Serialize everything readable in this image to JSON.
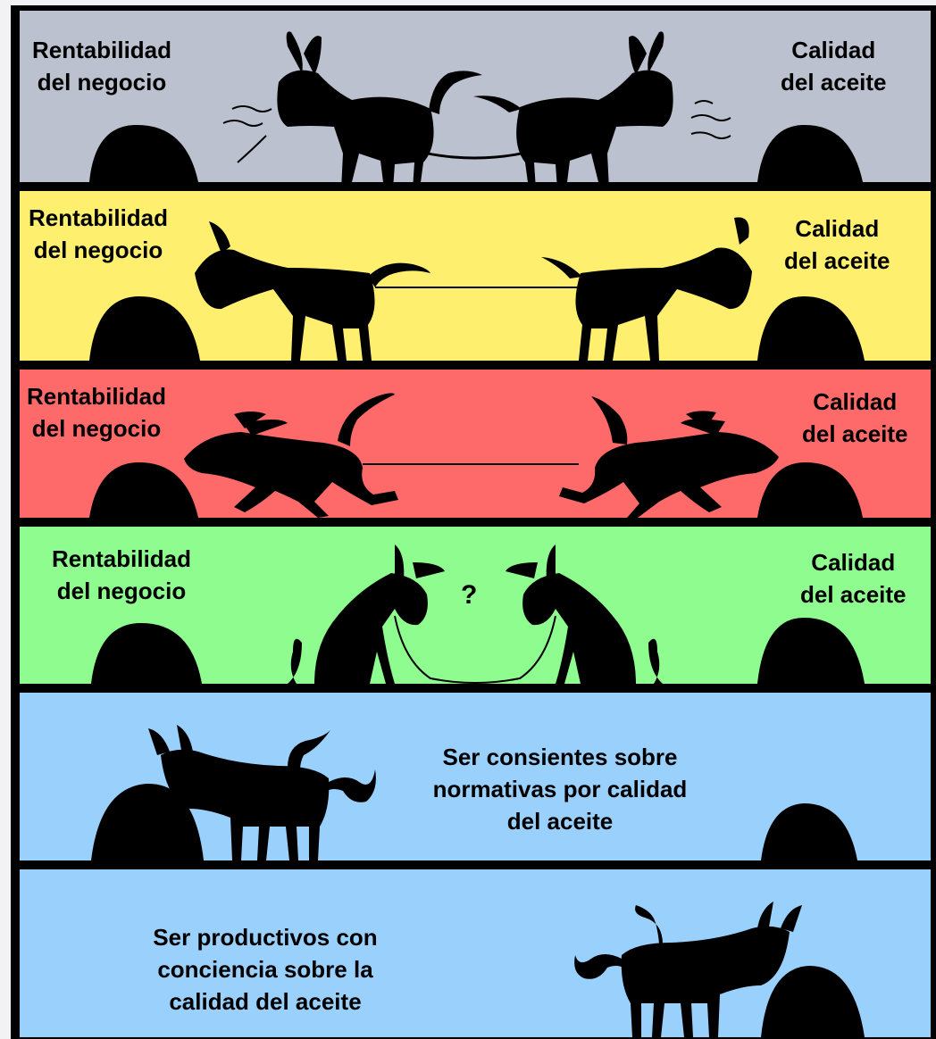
{
  "colors": {
    "panel1": "#bcc1cf",
    "panel2": "#fef06e",
    "panel3": "#fe6a6a",
    "panel4": "#8efc8e",
    "panel5": "#9ad0fc",
    "panel6": "#9ad0fc",
    "frame": "#000000"
  },
  "labels": {
    "business_line1": "Rentabilidad",
    "business_line2": "del negocio",
    "oil_line1": "Calidad",
    "oil_line2": "del aceite",
    "question": "?",
    "panel5_line1": "Ser consientes sobre",
    "panel5_line2": "normativas por calidad",
    "panel5_line3": "del aceite",
    "panel6_line1": "Ser productivos con",
    "panel6_line2": "conciencia sobre la",
    "panel6_line3": "calidad del aceite"
  }
}
